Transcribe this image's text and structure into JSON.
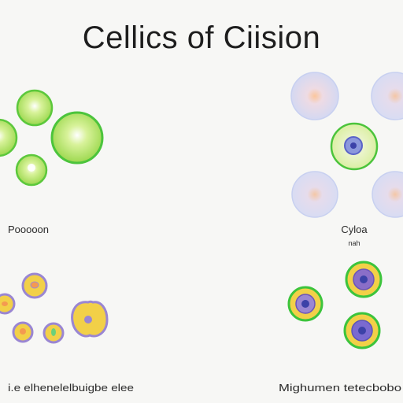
{
  "title": "Cellics of Ciision",
  "panels": {
    "top_left": {
      "label": "Pooooon"
    },
    "top_right": {
      "label": "Cyloa",
      "sublabel": "nah"
    },
    "bottom_left": {
      "label": "i.e elhenelelbuigbe elee"
    },
    "bottom_right": {
      "label": "Mighumen tetecbobo"
    }
  },
  "colors": {
    "green_fill": "#a8dc58",
    "green_ring": "#3cc83c",
    "blue_fill": "#d2daf4",
    "orange_core": "#f6a87a",
    "purple_ring": "#9a86d2",
    "yellow_fill": "#f2d048",
    "nucleus_blue": "#5a64c8"
  }
}
